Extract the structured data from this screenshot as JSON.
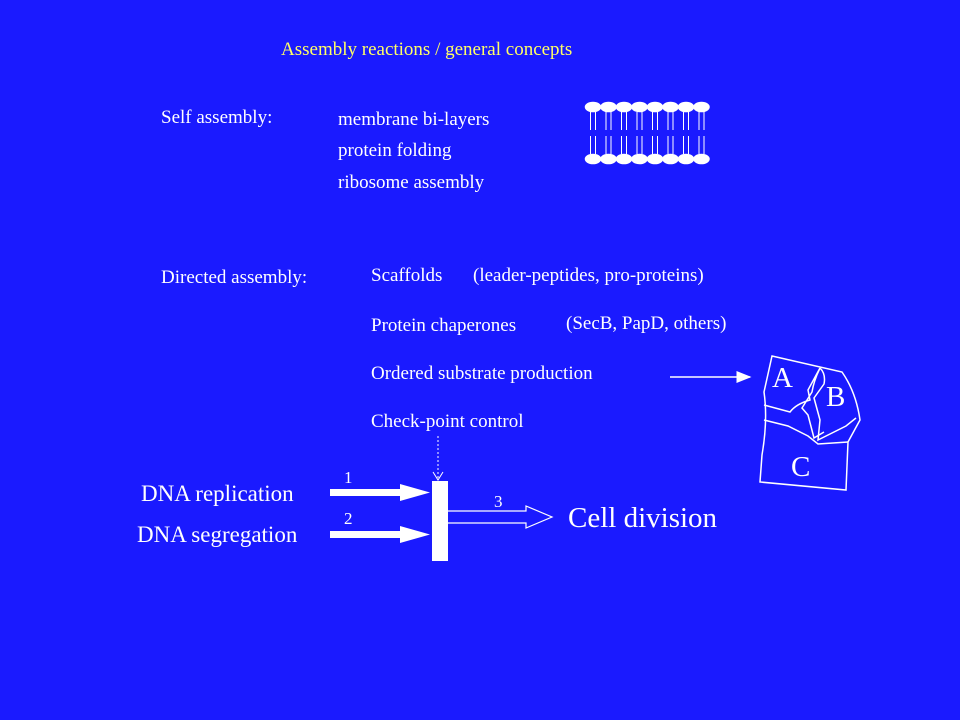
{
  "colors": {
    "background": "#1a1aff",
    "title": "#ffff66",
    "text": "#ffffff"
  },
  "title": "Assembly reactions / general concepts",
  "self_assembly": {
    "heading": "Self assembly:",
    "items": [
      "membrane bi-layers",
      "protein folding",
      "ribosome assembly"
    ]
  },
  "directed_assembly": {
    "heading": "Directed assembly:",
    "scaffolds": "Scaffolds",
    "scaffolds_note": "(leader-peptides, pro-proteins)",
    "chaperones": "Protein chaperones",
    "chaperones_note": "(SecB, PapD, others)",
    "ordered": "Ordered substrate production",
    "checkpoint": "Check-point control"
  },
  "puzzle": {
    "a": "A",
    "b": "B",
    "c": "C"
  },
  "pathway": {
    "input_1": "DNA replication",
    "input_2": "DNA segregation",
    "step_1": "1",
    "step_2": "2",
    "step_3": "3",
    "output": "Cell division"
  }
}
